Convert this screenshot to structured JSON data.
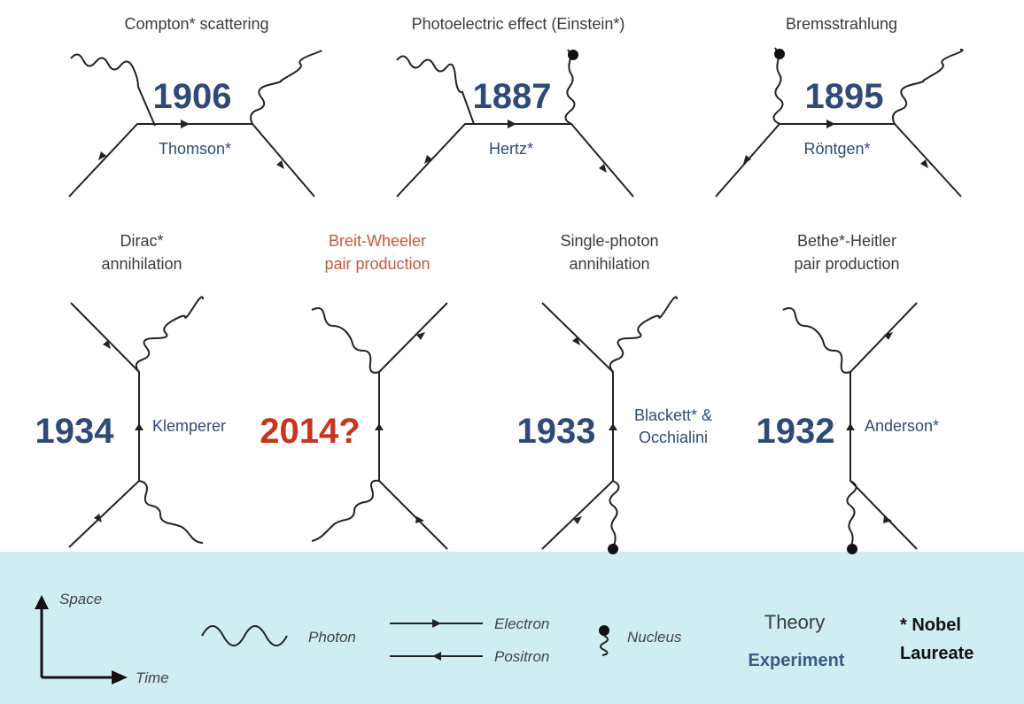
{
  "top_row": [
    {
      "title": "Compton* scattering",
      "year": "1906",
      "experimenter": "Thomson*"
    },
    {
      "title": "Photoelectric effect (Einstein*)",
      "year": "1887",
      "experimenter": "Hertz*"
    },
    {
      "title": "Bremsstrahlung",
      "year": "1895",
      "experimenter": "Röntgen*"
    }
  ],
  "bottom_row": [
    {
      "title_lines": [
        "Dirac*",
        "annihilation"
      ],
      "year": "1934",
      "experimenter_lines": [
        "Klemperer"
      ]
    },
    {
      "title_lines": [
        "Breit-Wheeler",
        "pair production"
      ],
      "year": "2014?",
      "experimenter_lines": []
    },
    {
      "title_lines": [
        "Single-photon",
        "annihilation"
      ],
      "year": "1933",
      "experimenter_lines": [
        "Blackett* &",
        "Occhialini"
      ]
    },
    {
      "title_lines": [
        "Bethe*-Heitler",
        "pair production"
      ],
      "year": "1932",
      "experimenter_lines": [
        "Anderson*"
      ]
    }
  ],
  "legend": {
    "space": "Space",
    "time": "Time",
    "photon": "Photon",
    "electron": "Electron",
    "positron": "Positron",
    "nucleus": "Nucleus",
    "theory": "Theory",
    "experiment": "Experiment",
    "nobel_line1": "* Nobel",
    "nobel_line2": "Laureate"
  },
  "colors": {
    "theory_text": "#3b3b3b",
    "experiment_text": "#2f4a77",
    "prediction_red": "#c8341d",
    "legend_background": "#cfeef2",
    "line": "#222222"
  }
}
